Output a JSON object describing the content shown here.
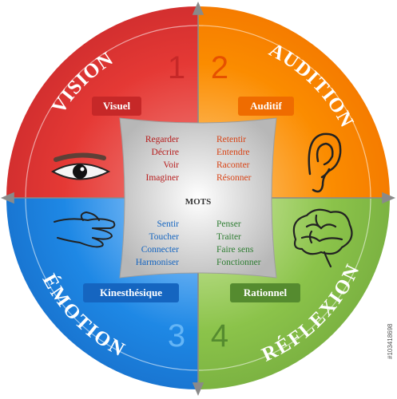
{
  "quadrants": [
    {
      "arc_title": "VISION",
      "number": "1",
      "label": "Visuel",
      "color": "#e53935",
      "num_color": "#c62828",
      "label_bg": "#c62828",
      "words": [
        "Regarder",
        "Décrire",
        "Voir",
        "Imaginer"
      ],
      "word_color": "#b71c1c"
    },
    {
      "arc_title": "AUDITION",
      "number": "2",
      "label": "Auditif",
      "color": "#f57c00",
      "num_color": "#e65100",
      "label_bg": "#ef6c00",
      "words": [
        "Retentir",
        "Entendre",
        "Raconter",
        "Résonner"
      ],
      "word_color": "#d84315"
    },
    {
      "arc_title": "ÉMOTION",
      "number": "3",
      "label": "Kinesthésique",
      "color": "#1e88e5",
      "num_color": "#64b5f6",
      "label_bg": "#1565c0",
      "words": [
        "Sentir",
        "Toucher",
        "Connecter",
        "Harmoniser"
      ],
      "word_color": "#1565c0"
    },
    {
      "arc_title": "RÉFLEXION",
      "number": "4",
      "label": "Rationnel",
      "color": "#7cb342",
      "num_color": "#558b2f",
      "label_bg": "#558b2f",
      "words": [
        "Penser",
        "Traiter",
        "Faire sens",
        "Fonctionner"
      ],
      "word_color": "#2e7d32"
    }
  ],
  "center_label": "MOTS",
  "side_id": "#103418698",
  "icons": [
    "eye-icon",
    "ear-icon",
    "hand-icon",
    "brain-icon"
  ]
}
